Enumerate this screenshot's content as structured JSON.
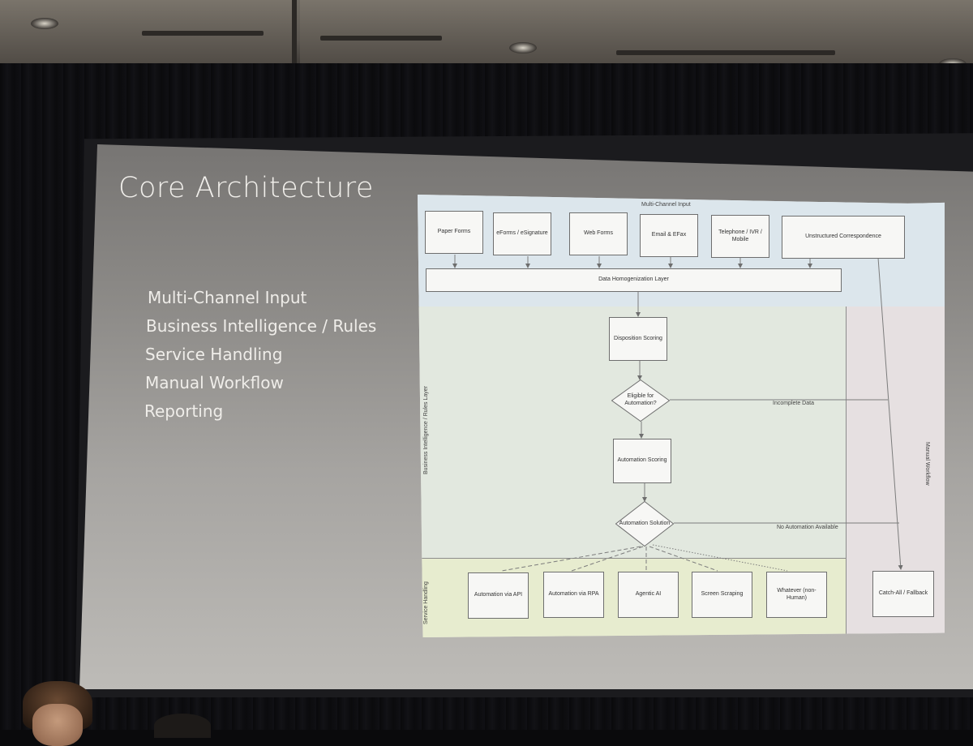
{
  "slide": {
    "title": "Core Architecture",
    "bullets": [
      "Multi-Channel Input",
      "Business Intelligence / Rules",
      "Service Handling",
      "Manual Workflow",
      "Reporting"
    ]
  },
  "diagram": {
    "zones": {
      "input": "Multi-Channel Input",
      "bi": "Business Intelligence / Rules Layer",
      "service": "Service Handling",
      "manual": "Manual Workflow"
    },
    "input_channels": [
      "Paper Forms",
      "eForms / eSignature",
      "Web Forms",
      "Email & EFax",
      "Telephone / IVR / Mobile",
      "Unstructured Correspondence"
    ],
    "data_layer": "Data Homogenization Layer",
    "disposition_scoring": "Disposition Scoring",
    "eligible_decision": "Eligible for Automation?",
    "incomplete_label": "Incomplete Data",
    "automation_scoring": "Automation Scoring",
    "solution_decision": "Automation Solution",
    "no_automation_label": "No Automation Available",
    "service_options": [
      "Automation via API",
      "Automation via RPA",
      "Agentic AI",
      "Screen Scraping",
      "Whatever (non-Human)"
    ],
    "fallback": "Catch-All / Fallback"
  }
}
